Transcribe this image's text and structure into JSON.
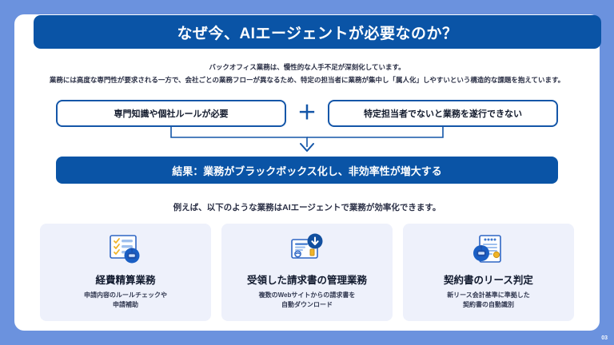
{
  "slide": {
    "title": "なぜ今、AIエージェントが必要なのか？",
    "page_number": "03",
    "colors": {
      "background": "#6b92de",
      "accent": "#0a54a6",
      "border": "#1456a8",
      "card_bg": "#eef1fb",
      "icon_accent": "#f0b429"
    }
  },
  "lead": {
    "line1": "バックオフィス業務は、慢性的な人手不足が深刻化しています。",
    "line2": "業務には高度な専門性が要求される一方で、会社ごとの業務フローが異なるため、特定の担当者に業務が集中し「属人化」しやすいという構造的な課題を抱えています。"
  },
  "conditions": {
    "left_label": "専門知識や個社ルールが必要",
    "operator": "＋",
    "right_label": "特定担当者でないと業務を遂行できない"
  },
  "result": {
    "label": "結果：業務がブラックボックス化し、非効率性が増大する"
  },
  "example_heading": "例えば、以下のような業務はAIエージェントで業務が効率化できます。",
  "cards": [
    {
      "icon": "checklist-robot-icon",
      "title": "経費精算業務",
      "desc_line1": "申請内容のルールチェックや",
      "desc_line2": "申請補助"
    },
    {
      "icon": "invoice-download-icon",
      "title": "受領した請求書の管理業務",
      "desc_line1": "複数のWebサイトからの請求書を",
      "desc_line2": "自動ダウンロード"
    },
    {
      "icon": "contract-robot-icon",
      "title": "契約書のリース判定",
      "desc_line1": "新リース会計基準に準拠した",
      "desc_line2": "契約書の自動識別"
    }
  ]
}
